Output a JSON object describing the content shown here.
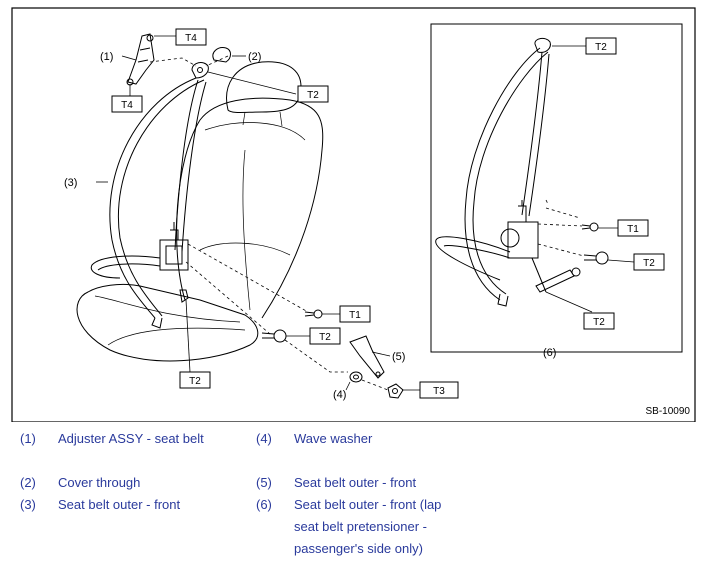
{
  "figure_id": "SB-10090",
  "callouts": {
    "c1": "(1)",
    "c2": "(2)",
    "c3": "(3)",
    "c4": "(4)",
    "c5": "(5)",
    "c6": "(6)"
  },
  "torque_labels": {
    "T1": "T1",
    "T2": "T2",
    "T3": "T3",
    "T4": "T4"
  },
  "legend": [
    {
      "num": "(1)",
      "text": "Adjuster ASSY - seat belt"
    },
    {
      "num": "(2)",
      "text": "Cover through"
    },
    {
      "num": "(3)",
      "text": "Seat belt outer - front"
    },
    {
      "num": "(4)",
      "text": "Wave washer"
    },
    {
      "num": "(5)",
      "text": "Seat belt outer - front"
    },
    {
      "num": "(6)",
      "text": "Seat belt outer - front (lap"
    },
    {
      "num": "",
      "text": "seat belt pretensioner -"
    },
    {
      "num": "",
      "text": "passenger's side only)"
    }
  ],
  "colors": {
    "legend_text": "#2a3a9c",
    "line": "#000000"
  }
}
